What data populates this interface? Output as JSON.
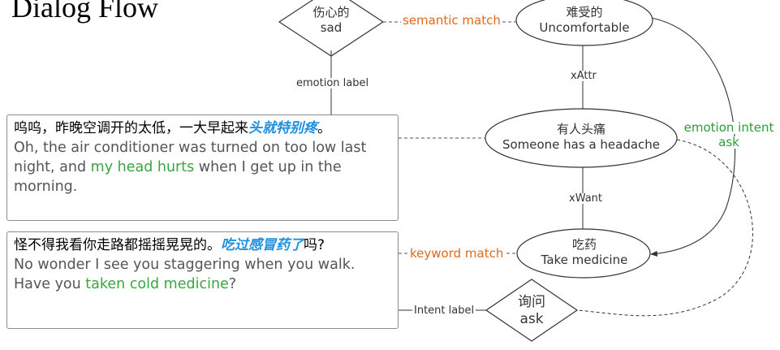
{
  "title": "Dialog Flow",
  "nodes": {
    "sad": {
      "zh": "伤心的",
      "en": "sad"
    },
    "uncomfortable": {
      "zh": "难受的",
      "en": "Uncomfortable"
    },
    "headache": {
      "zh": "有人头痛",
      "en": "Someone has a headache"
    },
    "medicine": {
      "zh": "吃药",
      "en": "Take medicine"
    },
    "ask": {
      "zh": "询问",
      "en": "ask"
    }
  },
  "edges": {
    "semantic_match": "semantic match",
    "emotion_label": "emotion label",
    "xattr": "xAttr",
    "xwant": "xWant",
    "emotion_intent_1": "emotion intent",
    "emotion_intent_2": "ask",
    "keyword_match": "keyword match",
    "intent_label": "Intent label"
  },
  "utterances": [
    {
      "zh_pre": "呜呜，昨晚空调开的太低，一大早起来",
      "zh_kw": "头就特别疼",
      "zh_post": "。",
      "en_pre": "Oh, the air conditioner was turned on too low last night, and ",
      "en_hl": "my head hurts",
      "en_post": " when I get up in the morning."
    },
    {
      "zh_pre": "怪不得我看你走路都摇摇晃晃的。",
      "zh_kw": "吃过感冒药了",
      "zh_post": "吗?",
      "en_pre": "No wonder I see you staggering when you walk. Have you ",
      "en_hl": "taken cold medicine",
      "en_post": "?"
    }
  ],
  "colors": {
    "keyword_blue": "#1e90e0",
    "highlight_green": "#3aa642",
    "match_orange": "#e06a1b",
    "intent_green": "#2e9b3a"
  }
}
